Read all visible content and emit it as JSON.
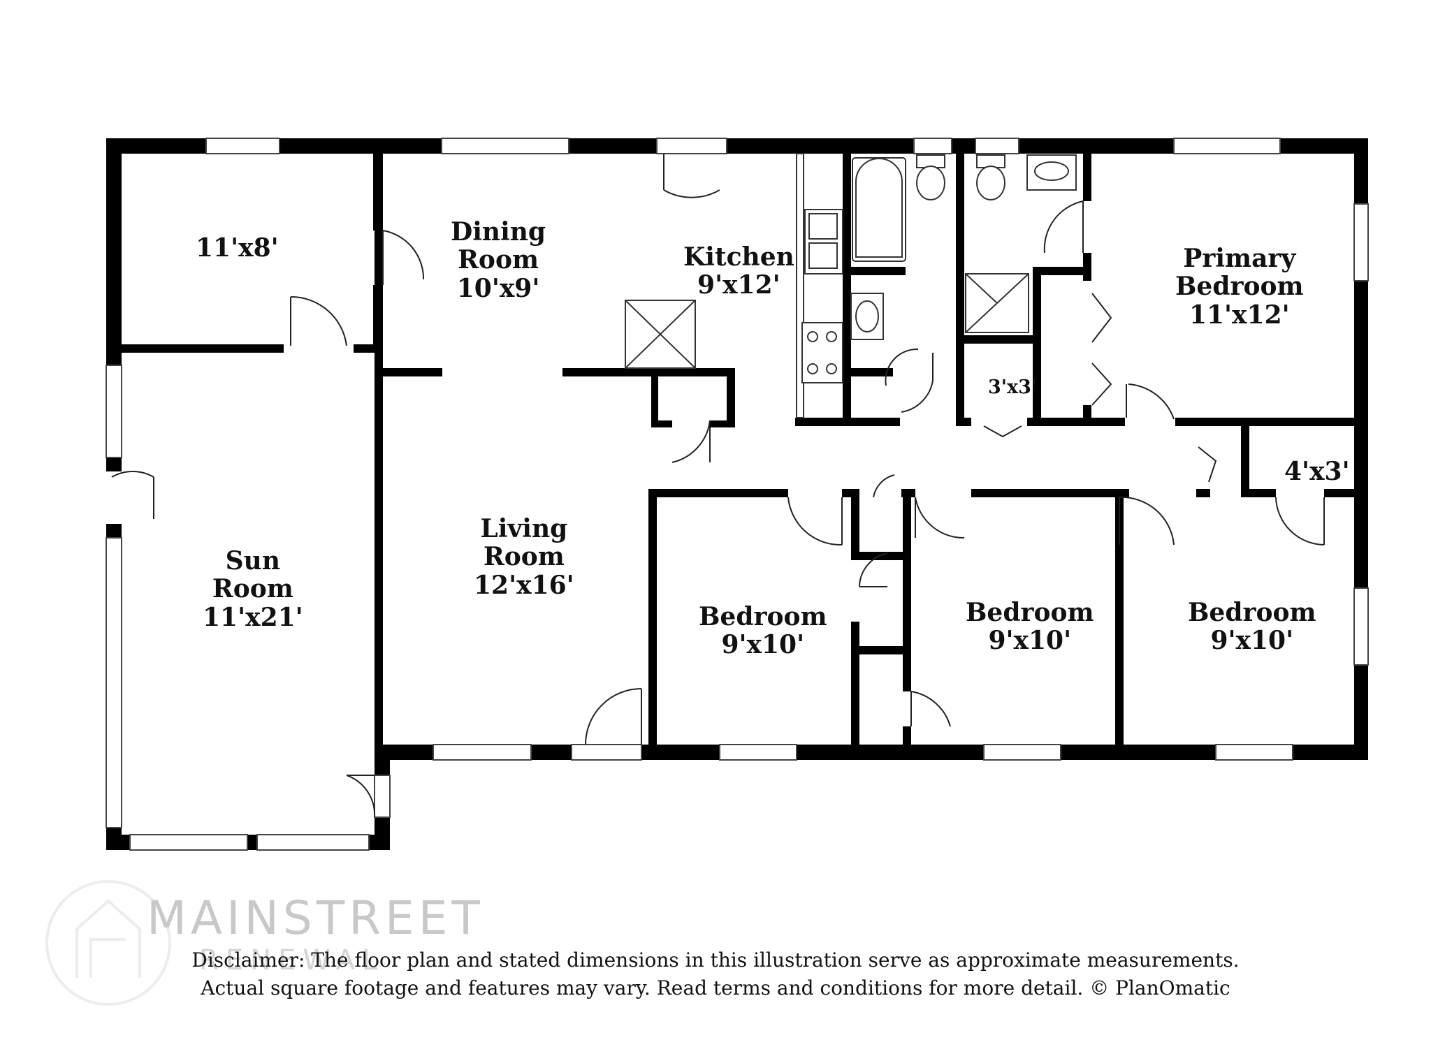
{
  "rooms": {
    "storage": {
      "dims": "11'x8'"
    },
    "dining": {
      "name_1": "Dining",
      "name_2": "Room",
      "dims": "10'x9'"
    },
    "kitchen": {
      "name": "Kitchen",
      "dims": "9'x12'"
    },
    "primary": {
      "name_1": "Primary",
      "name_2": "Bedroom",
      "dims": "11'x12'"
    },
    "closet_a": {
      "dims": "3'x3'"
    },
    "closet_b": {
      "dims": "4'x3'"
    },
    "sun": {
      "name_1": "Sun",
      "name_2": "Room",
      "dims": "11'x21'"
    },
    "living": {
      "name_1": "Living",
      "name_2": "Room",
      "dims": "12'x16'"
    },
    "bedroom_1": {
      "name": "Bedroom",
      "dims": "9'x10'"
    },
    "bedroom_2": {
      "name": "Bedroom",
      "dims": "9'x10'"
    },
    "bedroom_3": {
      "name": "Bedroom",
      "dims": "9'x10'"
    }
  },
  "watermark": {
    "brand": "MAINSTREET",
    "sub": "RENEWAL"
  },
  "disclaimer": {
    "line1": "Disclaimer: The floor plan and stated dimensions in this illustration serve as approximate measurements.",
    "line2": "Actual square footage and features may vary. Read terms and conditions for more detail. © PlanOmatic"
  }
}
